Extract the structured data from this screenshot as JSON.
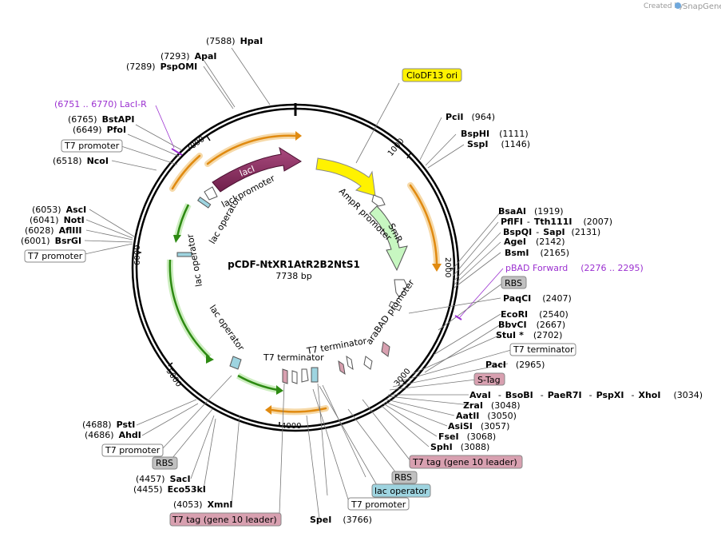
{
  "watermark": {
    "created_by": "Created by",
    "brand": "SnapGene"
  },
  "plasmid": {
    "name": "pCDF-NtXR1AtR2B2NtS1",
    "length": "7738 bp"
  },
  "ticks": [
    "1000",
    "2000",
    "3000",
    "4000",
    "5000",
    "6000",
    "7000"
  ],
  "features": [
    {
      "name": "lacI",
      "type": "gene"
    },
    {
      "name": "CloDF13 ori",
      "type": "origin"
    },
    {
      "name": "AmpR promoter",
      "type": "promoter"
    },
    {
      "name": "SmR",
      "type": "gene"
    },
    {
      "name": "araBAD promoter",
      "type": "promoter"
    },
    {
      "name": "T7 terminator",
      "type": "terminator"
    },
    {
      "name": "T7 terminator",
      "type": "terminator"
    },
    {
      "name": "lac operator",
      "type": "operator"
    },
    {
      "name": "lac operator",
      "type": "operator"
    },
    {
      "name": "lac operator",
      "type": "operator"
    },
    {
      "name": "lacI promoter",
      "type": "promoter"
    }
  ],
  "labels": {
    "hpa": {
      "pos": "(7588)",
      "name": "HpaI"
    },
    "apa": {
      "pos": "(7293)",
      "name": "ApaI"
    },
    "psp": {
      "pos": "(7289)",
      "name": "PspOMI"
    },
    "laciR": {
      "text": "(6751 .. 6770)  LacI-R"
    },
    "bstapi": {
      "pos": "(6765)",
      "name": "BstAPI"
    },
    "pfoi": {
      "pos": "(6649)",
      "name": "PfoI"
    },
    "t7p1": {
      "text": "T7 promoter"
    },
    "ncoi": {
      "pos": "(6518)",
      "name": "NcoI"
    },
    "asci": {
      "pos": "(6053)",
      "name": "AscI"
    },
    "noti": {
      "pos": "(6041)",
      "name": "NotI"
    },
    "afliii": {
      "pos": "(6028)",
      "name": "AflIII"
    },
    "bsrgi": {
      "pos": "(6001)",
      "name": "BsrGI"
    },
    "t7p2": {
      "text": "T7 promoter"
    },
    "clodf": {
      "text": "CloDF13 ori"
    },
    "pcii": {
      "name": "PciI",
      "pos": "(964)"
    },
    "bsphi": {
      "name": "BspHI",
      "pos": "(1111)"
    },
    "sspi": {
      "name": "SspI",
      "pos": "(1146)"
    },
    "bsaai": {
      "name": "BsaAI",
      "pos": "(1919)"
    },
    "pflfi": {
      "name": "PflFI",
      "sep": "-",
      "name2": "Tth111I",
      "pos": "(2007)"
    },
    "bspqi": {
      "name": "BspQI",
      "sep": "-",
      "name2": "SapI",
      "pos": "(2131)"
    },
    "agei": {
      "name": "AgeI",
      "pos": "(2142)"
    },
    "bsmi": {
      "name": "BsmI",
      "pos": "(2165)"
    },
    "pbad": {
      "text": "pBAD Forward",
      "pos": "(2276 .. 2295)"
    },
    "rbs1": {
      "text": "RBS"
    },
    "paqci": {
      "name": "PaqCI",
      "pos": "(2407)"
    },
    "ecori": {
      "name": "EcoRI",
      "pos": "(2540)"
    },
    "bbvci": {
      "name": "BbvCI",
      "pos": "(2667)"
    },
    "stui": {
      "name": "StuI",
      "star": "*",
      "pos": "(2702)"
    },
    "t7term": {
      "text": "T7 terminator"
    },
    "paci": {
      "name": "PacI",
      "pos": "(2965)"
    },
    "stag": {
      "text": "S-Tag"
    },
    "avai": {
      "a": "AvaI",
      "b": "BsoBI",
      "c": "PaeR7I",
      "d": "PspXI",
      "e": "XhoI",
      "sep": "-",
      "pos": "(3034)"
    },
    "zrai": {
      "name": "ZraI",
      "pos": "(3048)"
    },
    "aatii": {
      "name": "AatII",
      "pos": "(3050)"
    },
    "asisi": {
      "name": "AsiSI",
      "pos": "(3057)"
    },
    "fsei": {
      "name": "FseI",
      "pos": "(3068)"
    },
    "sphi": {
      "name": "SphI",
      "pos": "(3088)"
    },
    "t7tag1": {
      "text": "T7 tag (gene 10 leader)"
    },
    "rbs2": {
      "text": "RBS"
    },
    "lacop": {
      "text": "lac operator"
    },
    "t7p3": {
      "text": "T7 promoter"
    },
    "spei": {
      "name": "SpeI",
      "pos": "(3766)"
    },
    "psti": {
      "pos": "(4688)",
      "name": "PstI"
    },
    "ahdi": {
      "pos": "(4686)",
      "name": "AhdI"
    },
    "t7p4": {
      "text": "T7 promoter"
    },
    "rbs3": {
      "text": "RBS"
    },
    "saci": {
      "pos": "(4457)",
      "name": "SacI"
    },
    "eco53ki": {
      "pos": "(4455)",
      "name": "Eco53kI"
    },
    "xmni": {
      "pos": "(4053)",
      "name": "XmnI"
    },
    "t7tag2": {
      "text": "T7 tag (gene 10 leader)"
    }
  },
  "colors": {
    "lacI": "#8e2f63",
    "ori": "#fff200",
    "smr": "#c7f7c1",
    "orange": "#f0a030",
    "green": "#3a9b1e",
    "rbs_box": "#c0c0c0",
    "t7tag_box": "#d8a0b0",
    "lacop_box": "#9ed4e0",
    "primer": "#9b30d0"
  }
}
